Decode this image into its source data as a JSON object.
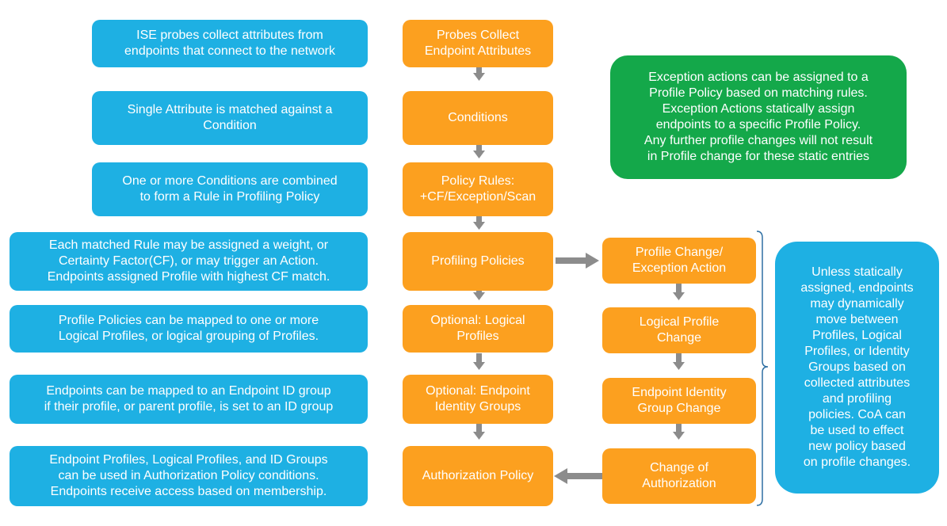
{
  "colors": {
    "blue": "#1eb0e3",
    "orange": "#fca01f",
    "green": "#14a84a",
    "arrow": "#8c8c8c",
    "bracket": "#2e6fa3"
  },
  "flow": {
    "steps": [
      {
        "label": "Probes Collect\nEndpoint Attributes",
        "description": "ISE probes collect attributes from\nendpoints that connect to the network"
      },
      {
        "label": "Conditions",
        "description": "Single Attribute is matched against a\nCondition"
      },
      {
        "label": "Policy Rules:\n+CF/Exception/Scan",
        "description": "One or more Conditions are combined\nto form a Rule in Profiling Policy"
      },
      {
        "label": "Profiling Policies",
        "description": "Each matched Rule may be assigned a weight, or\nCertainty Factor(CF), or may trigger an Action.\nEndpoints assigned Profile with highest CF match."
      },
      {
        "label": "Optional: Logical\nProfiles",
        "description": "Profile Policies can be mapped to one or more\nLogical Profiles, or logical grouping of Profiles."
      },
      {
        "label": "Optional: Endpoint\nIdentity Groups",
        "description": "Endpoints can be mapped to an Endpoint ID group\nif their profile, or parent profile, is set to an ID group"
      },
      {
        "label": "Authorization Policy",
        "description": "Endpoint Profiles, Logical Profiles, and ID Groups\ncan be used in Authorization Policy conditions.\nEndpoints receive access based on membership."
      }
    ]
  },
  "change_flow": {
    "steps": [
      {
        "label": "Profile Change/\nException Action"
      },
      {
        "label": "Logical Profile\nChange"
      },
      {
        "label": "Endpoint Identity\nGroup Change"
      },
      {
        "label": "Change of\nAuthorization"
      }
    ]
  },
  "exception_note": "Exception actions can be assigned to a\nProfile Policy based on matching rules.\nException Actions statically assign\nendpoints to a specific Profile Policy.\nAny further profile changes will not result\nin Profile change for these static entries",
  "dynamic_note": "Unless statically\nassigned, endpoints\nmay dynamically\nmove between\nProfiles, Logical\nProfiles, or Identity\nGroups based on\ncollected attributes\nand profiling\npolicies. CoA can\nbe used to effect\nnew policy based\non profile changes."
}
